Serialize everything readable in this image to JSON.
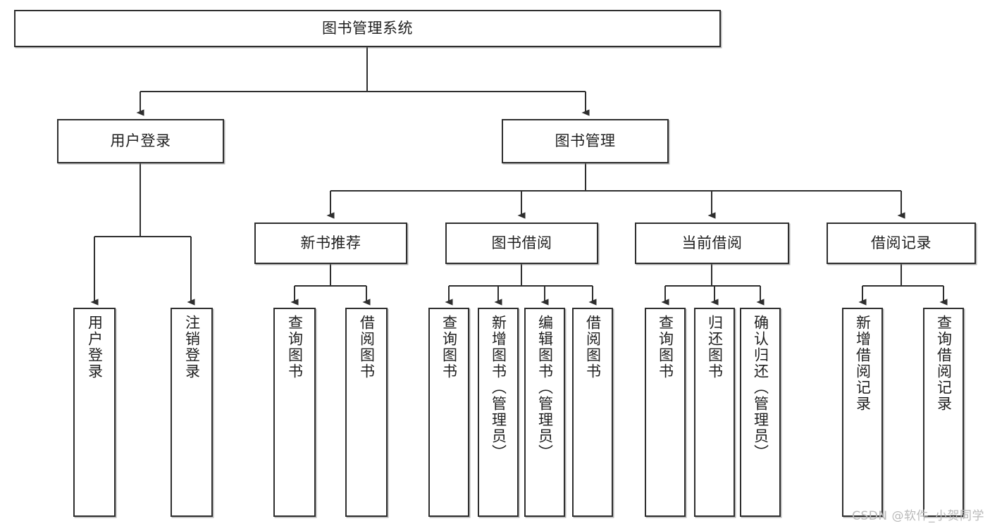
{
  "diagram": {
    "title": "图书管理系统",
    "type": "tree",
    "watermark": "CSDN @软件_小贺同学",
    "colors": {
      "box_border": "#2e2e2e",
      "box_fill": "#ffffff",
      "connector": "#2e2e2e",
      "text": "#1f1f1f",
      "watermark": "#b9b9b9"
    },
    "root": {
      "label": "图书管理系统"
    },
    "level2": [
      {
        "label": "用户登录"
      },
      {
        "label": "图书管理"
      }
    ],
    "level3": [
      {
        "label": "新书推荐"
      },
      {
        "label": "图书借阅"
      },
      {
        "label": "当前借阅"
      },
      {
        "label": "借阅记录"
      }
    ],
    "leaves": {
      "user_login": [
        {
          "label": "用户登录"
        },
        {
          "label": "注销登录"
        }
      ],
      "new_book_recommend": [
        {
          "label": "查询图书"
        },
        {
          "label": "借阅图书"
        }
      ],
      "book_borrow": [
        {
          "label": "查询图书"
        },
        {
          "label": "新增图书（管理员）"
        },
        {
          "label": "编辑图书（管理员）"
        },
        {
          "label": "借阅图书"
        }
      ],
      "current_borrow": [
        {
          "label": "查询图书"
        },
        {
          "label": "归还图书"
        },
        {
          "label": "确认归还（管理员）"
        }
      ],
      "borrow_record": [
        {
          "label": "新增借阅记录"
        },
        {
          "label": "查询借阅记录"
        }
      ]
    }
  }
}
